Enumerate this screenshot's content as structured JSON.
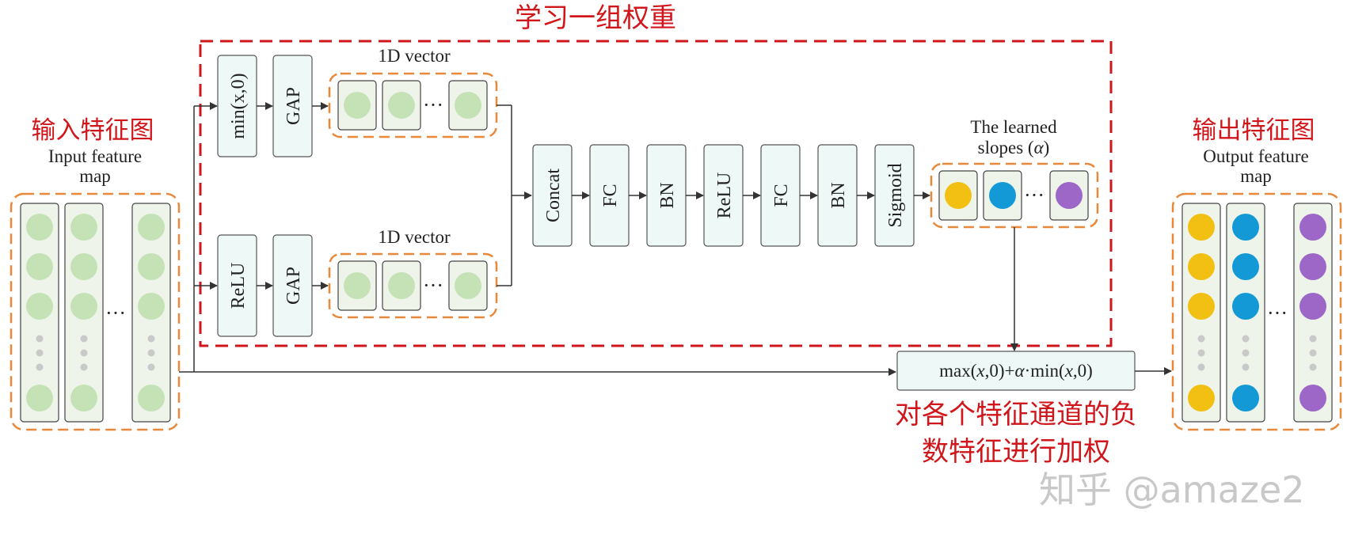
{
  "title_cn": "学习一组权重",
  "input_title_cn": "输入特征图",
  "input_label_line1": "Input feature",
  "input_label_line2": "map",
  "output_title_cn": "输出特征图",
  "output_label_line1": "Output feature",
  "output_label_line2": "map",
  "branch_top": {
    "op1": "min(x,0)",
    "op2": "GAP",
    "vector_label": "1D vector"
  },
  "branch_bottom": {
    "op1": "ReLU",
    "op2": "GAP",
    "vector_label": "1D vector"
  },
  "pipeline": [
    "Concat",
    "FC",
    "BN",
    "ReLU",
    "FC",
    "BN",
    "Sigmoid"
  ],
  "slopes_line1": "The learned",
  "slopes_line2": "slopes (",
  "slopes_alpha": "α",
  "slopes_line2_end": ")",
  "formula": {
    "p1": "max(",
    "x1": "x",
    "p2": ",0)+",
    "a": "α",
    "p3": "·min(",
    "x2": "x",
    "p4": ",0)"
  },
  "bottom_note_line1": "对各个特征通道的负",
  "bottom_note_line2": "数特征进行加权",
  "ellipsis": "···",
  "watermark": "知乎 @amaze2",
  "colors": {
    "red": "#d0161b",
    "orange": "#e8883a",
    "mint": "#eef8f7",
    "green": "#c4e2b6",
    "yellow": "#f2c012",
    "blue": "#1399d6",
    "purple": "#9c67c6",
    "cellbg": "#eef4ea",
    "dots": "#c9c9c9"
  }
}
